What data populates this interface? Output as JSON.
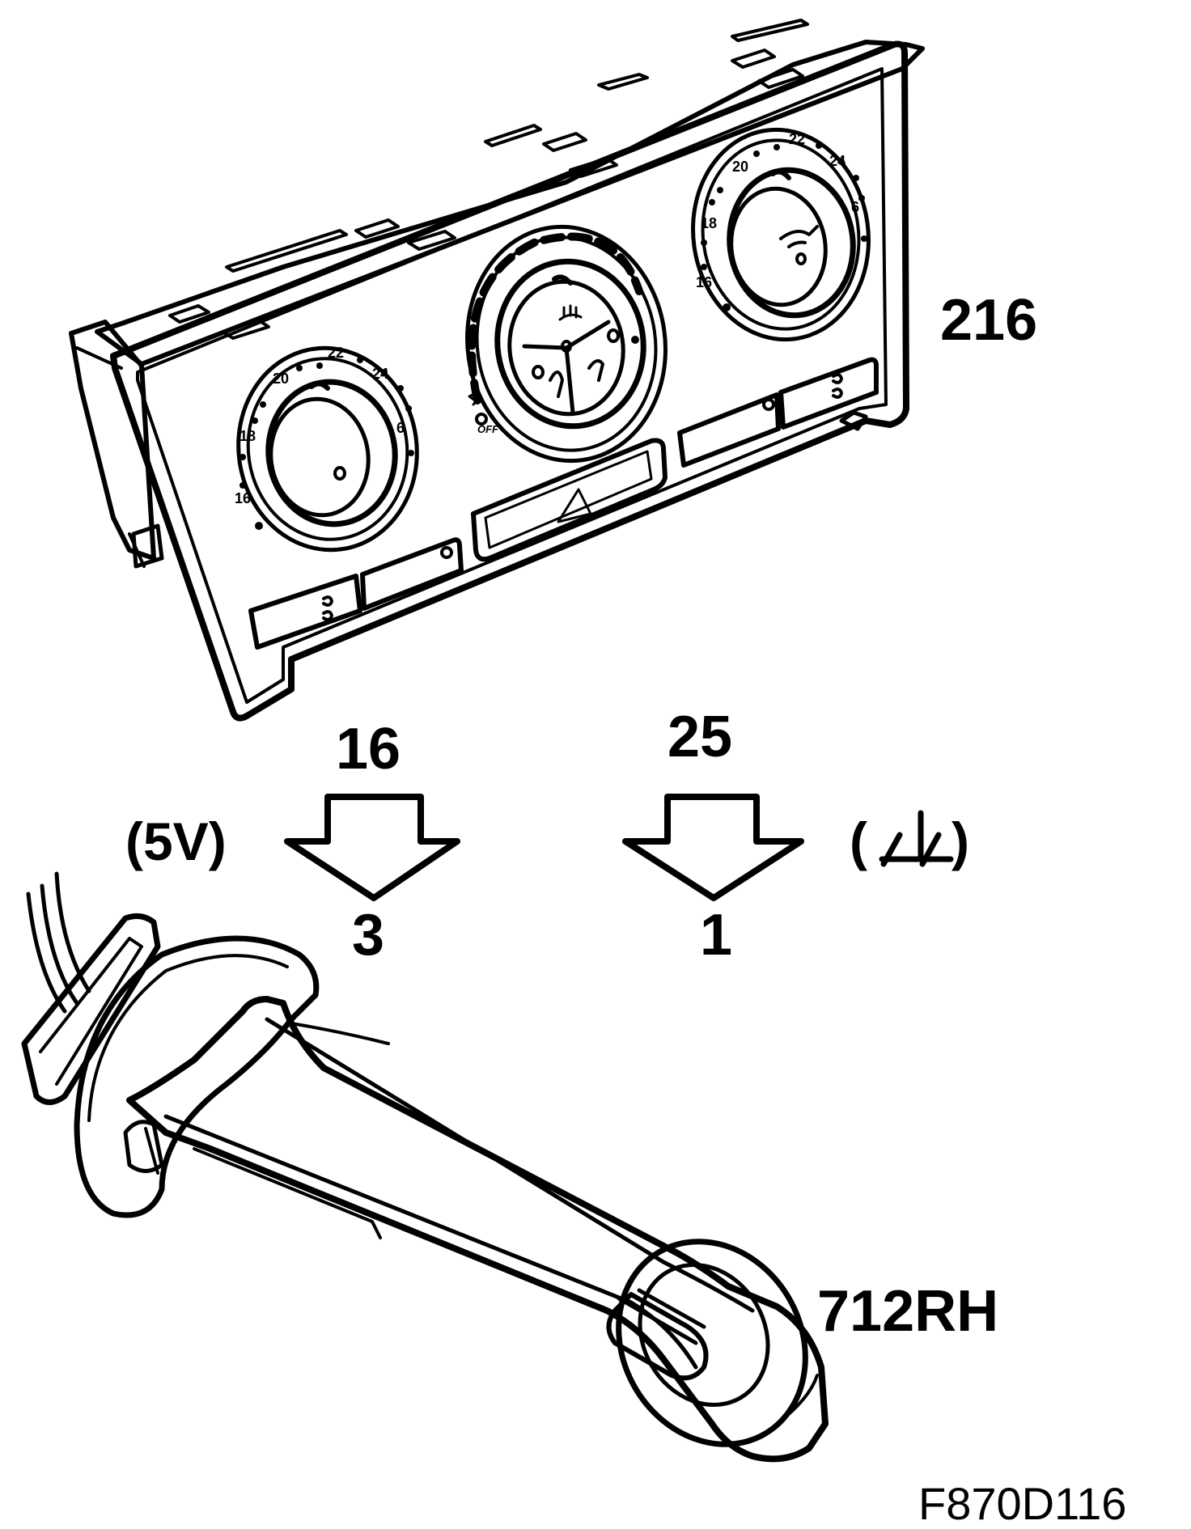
{
  "labels": {
    "control_panel": "216",
    "pin_left_top": "16",
    "pin_left_bottom": "3",
    "voltage": "(5V)",
    "pin_right_top": "25",
    "pin_right_bottom": "1",
    "ground_open": "(",
    "ground_close": ")",
    "sensor": "712RH",
    "figure_code": "F870D116"
  },
  "dials": {
    "left": {
      "scale": [
        "16",
        "18",
        "20",
        "22",
        "24",
        "6"
      ]
    },
    "right": {
      "scale": [
        "16",
        "18",
        "20",
        "22",
        "24",
        "6"
      ]
    },
    "fan": {
      "off": "OFF"
    }
  },
  "colors": {
    "line": "#000000",
    "fill": "#ffffff"
  }
}
